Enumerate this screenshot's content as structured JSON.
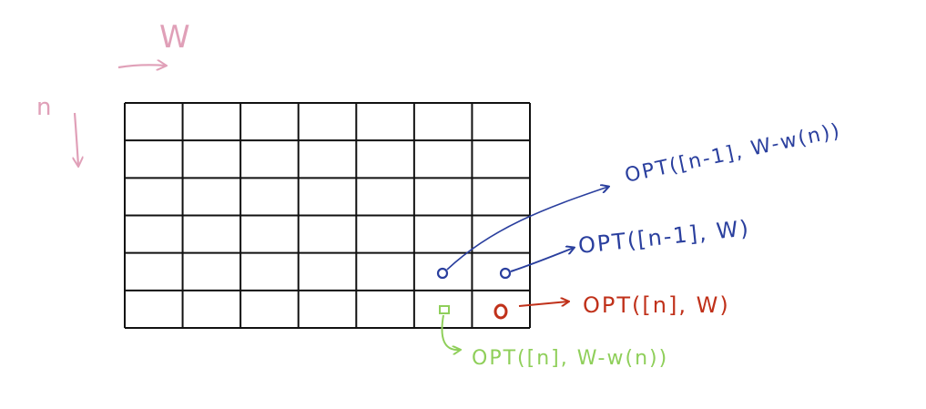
{
  "axis_labels": {
    "columns": "W",
    "rows": "n"
  },
  "grid": {
    "rows": 6,
    "cols": 7
  },
  "annotations": [
    {
      "text": "OPT([n-1], W-w(n))",
      "color": "#2a3f9e"
    },
    {
      "text": "OPT([n-1], W)",
      "color": "#2a3f9e"
    },
    {
      "text": "OPT([n], W)",
      "color": "#c0311a"
    },
    {
      "text": "OPT([n], W-w(n))",
      "color": "#8fcf5a"
    }
  ],
  "colors": {
    "axis_pink": "#e0a0b8",
    "grid": "#111111",
    "blue": "#2a3f9e",
    "red": "#c0311a",
    "green": "#8fcf5a"
  }
}
